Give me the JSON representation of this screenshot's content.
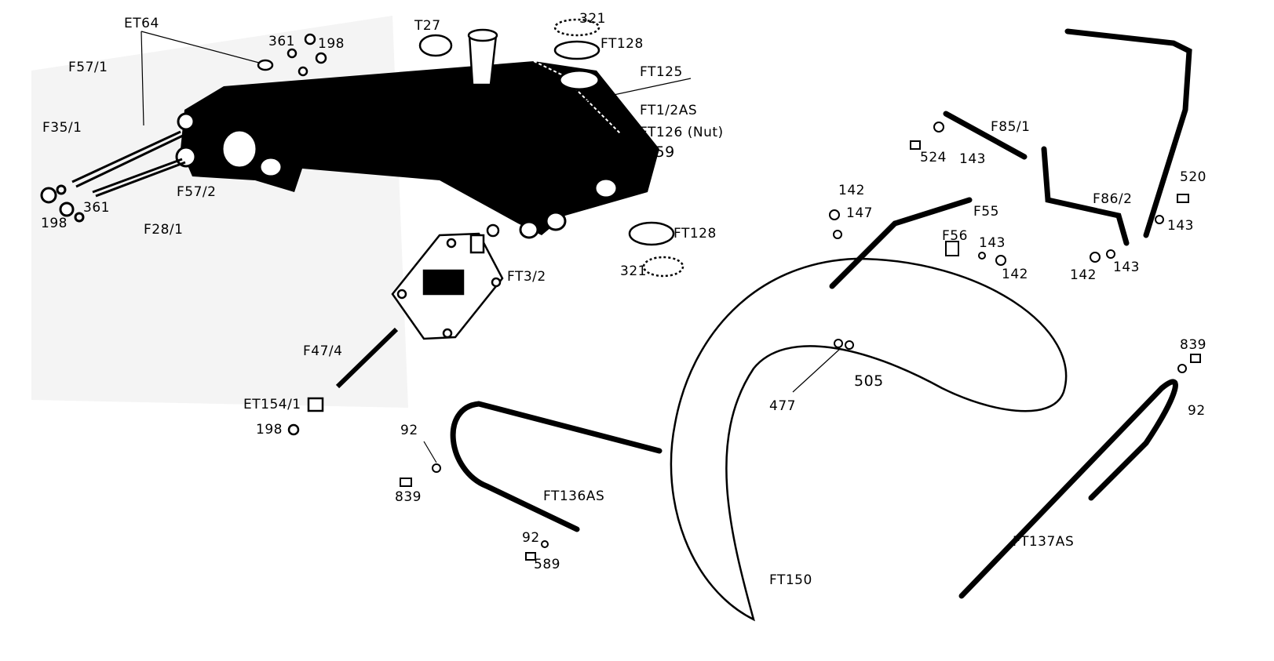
{
  "colors": {
    "ink": "#000000",
    "paper": "#ffffff",
    "shade": "#f4f4f4"
  },
  "labels": {
    "et64": "ET64",
    "l361a": "361",
    "l198a": "198",
    "t27": "T27",
    "l321a": "321",
    "ft128a": "FT128",
    "ft125": "FT125",
    "ft12as": "FT1/2AS",
    "ft126": "FT126 (Nut)",
    "l459": "459",
    "f571": "F57/1",
    "f351": "F35/1",
    "f572": "F57/2",
    "l198b": "198",
    "l361b": "361",
    "f281": "F28/1",
    "ft128b": "FT128",
    "l321b": "321",
    "ft32": "FT3/2",
    "f474": "F47/4",
    "et1541": "ET154/1",
    "l198c": "198",
    "f851": "F85/1",
    "l524": "524",
    "l143a": "143",
    "l520": "520",
    "f862": "F86/2",
    "l143b": "143",
    "l142a": "142",
    "l143c": "143",
    "l142b": "142",
    "l147": "147",
    "f55": "F55",
    "f56": "F56",
    "l143d": "143",
    "l142c": "142",
    "l839a": "839",
    "l92a": "92",
    "l477": "477",
    "l505": "505",
    "l92b": "92",
    "l839b": "839",
    "ft136as": "FT136AS",
    "l92c": "92",
    "l589": "589",
    "ft150": "FT150",
    "ft137as": "FT137AS"
  }
}
